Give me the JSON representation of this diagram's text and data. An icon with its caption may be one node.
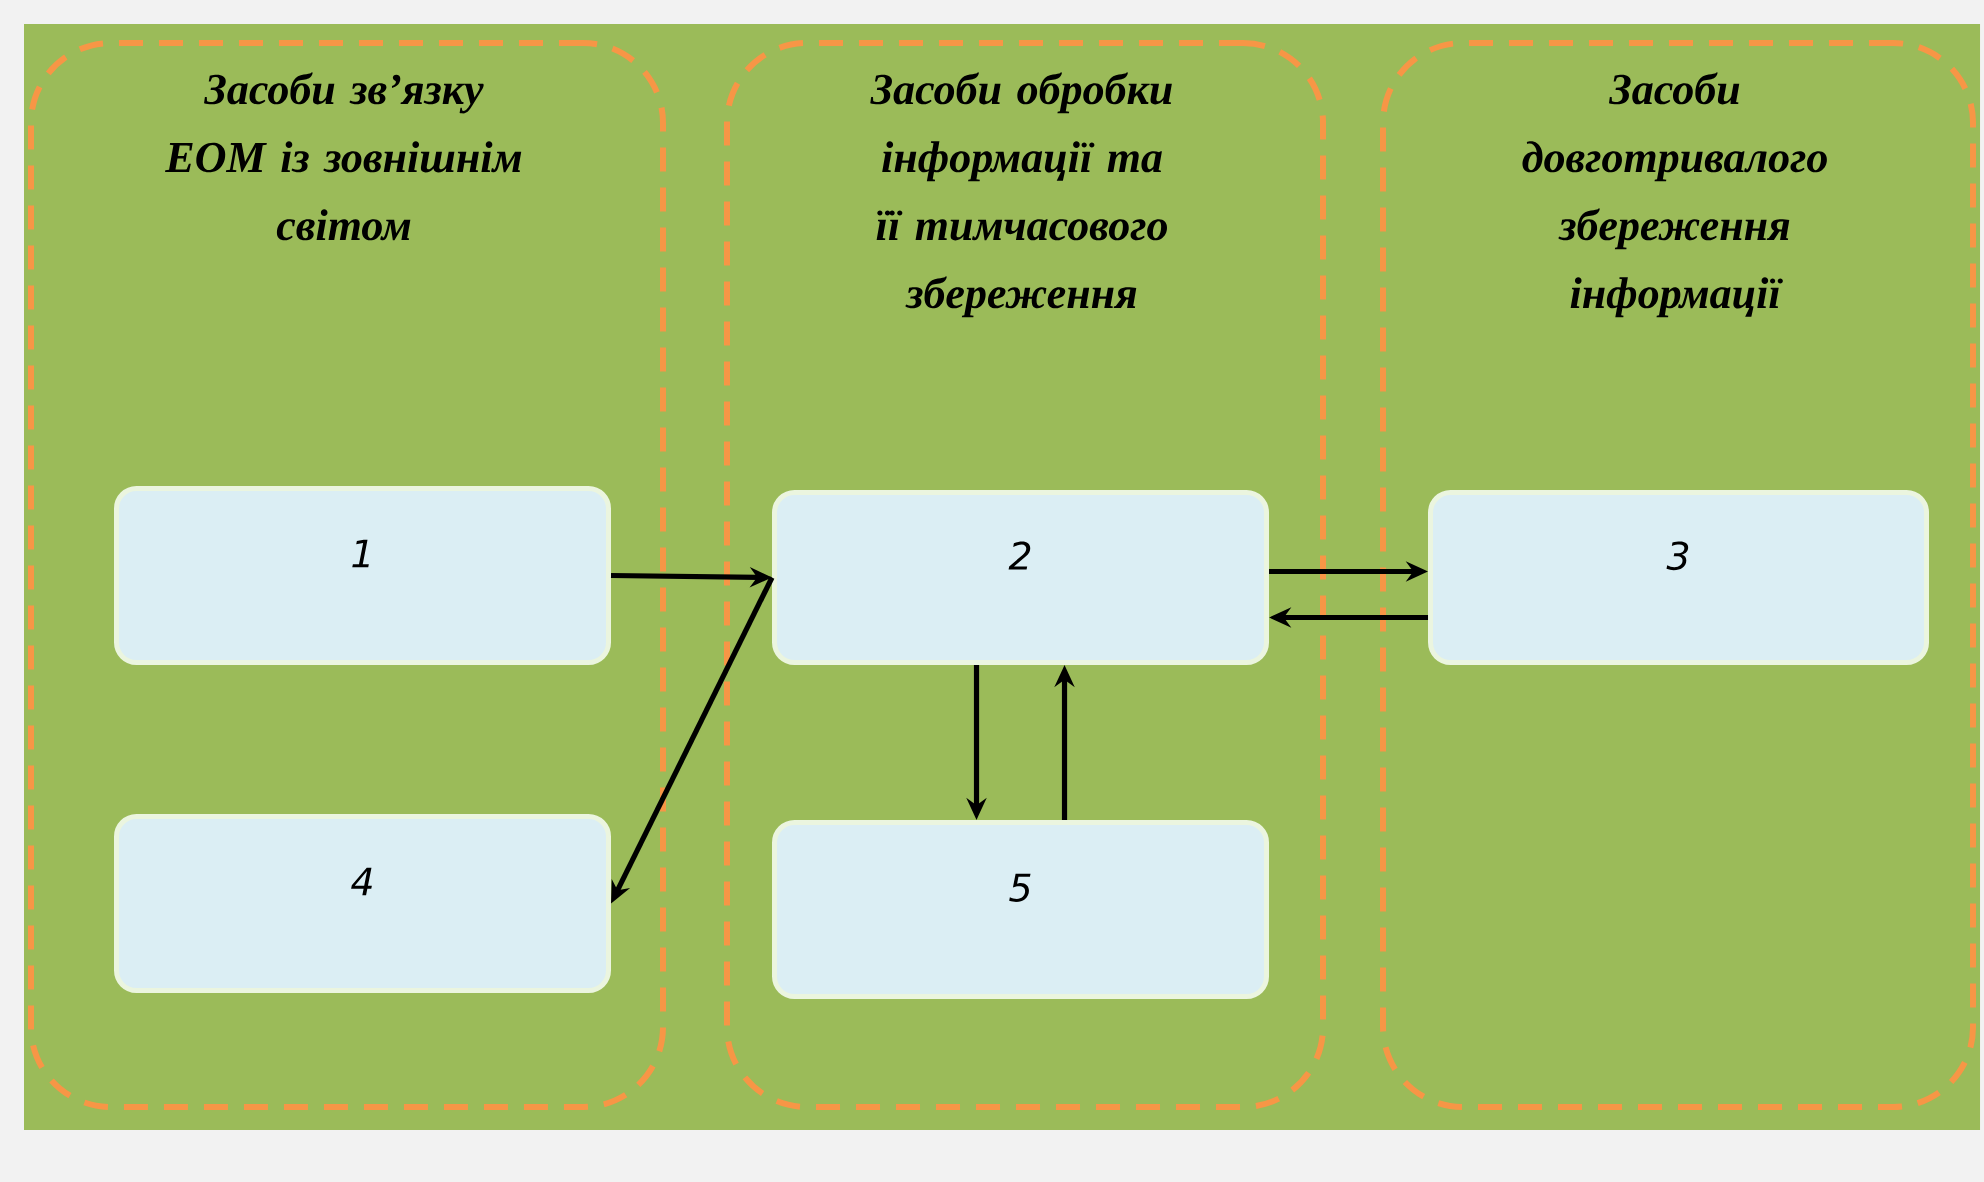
{
  "diagram": {
    "nodes": [
      {
        "text": [
          "Засоби зв’язку ЕОМ із зовнішнім світом"
        ]
      },
      {
        "text": [
          "Засоби обробки інформації та її тимчасового збереження"
        ]
      },
      {
        "text": [
          "Засоби довготривалого збереження інформації"
        ]
      },
      {
        "text": [
          "1"
        ],
        "in": 0
      },
      {
        "text": [
          "2"
        ],
        "in": 1
      },
      {
        "text": [
          "3"
        ],
        "in": 2
      },
      {
        "text": [
          "4"
        ],
        "in": 0
      },
      {
        "text": [
          "5"
        ],
        "in": 1
      }
    ],
    "edges": [
      {
        "from": 3,
        "to": 4,
        "arrow": "to"
      },
      {
        "from": 4,
        "to": 6,
        "arrow": "to"
      },
      {
        "from": 4,
        "to": 5,
        "arrow": "to"
      },
      {
        "from": 5,
        "to": 4,
        "arrow": "to"
      },
      {
        "from": 4,
        "to": 7,
        "arrow": "to"
      },
      {
        "from": 7,
        "to": 4,
        "arrow": "to"
      }
    ]
  }
}
